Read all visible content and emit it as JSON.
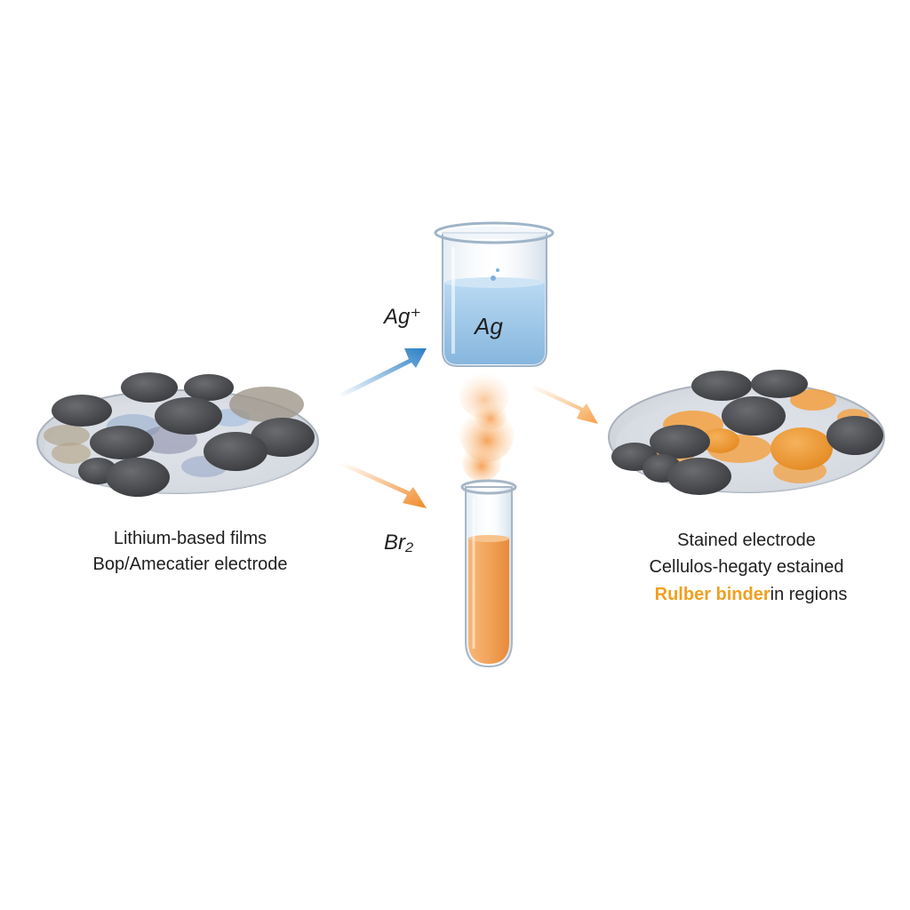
{
  "labels": {
    "ag_ion": "Ag⁺",
    "ag": "Ag",
    "br2": "Br₂",
    "left_line1": "Lithium-based films",
    "left_line2": "Bop/Amecatier electrode",
    "right_line1": "Stained electrode",
    "right_line2": "Cellulos-hegaty estained",
    "right_line3_highlight": "Rulber binder",
    "right_line3_rest": "in regions"
  },
  "colors": {
    "stone_dark": "#4a4c50",
    "film_base": "#e4e6ea",
    "liquid_blue": "#a9cce9",
    "liquid_orange": "#f2a45a",
    "arrow_blue": "#2a7fc4",
    "arrow_orange": "#f08a28",
    "binder_orange": "#f0962c",
    "text_highlight": "#f0a020"
  }
}
